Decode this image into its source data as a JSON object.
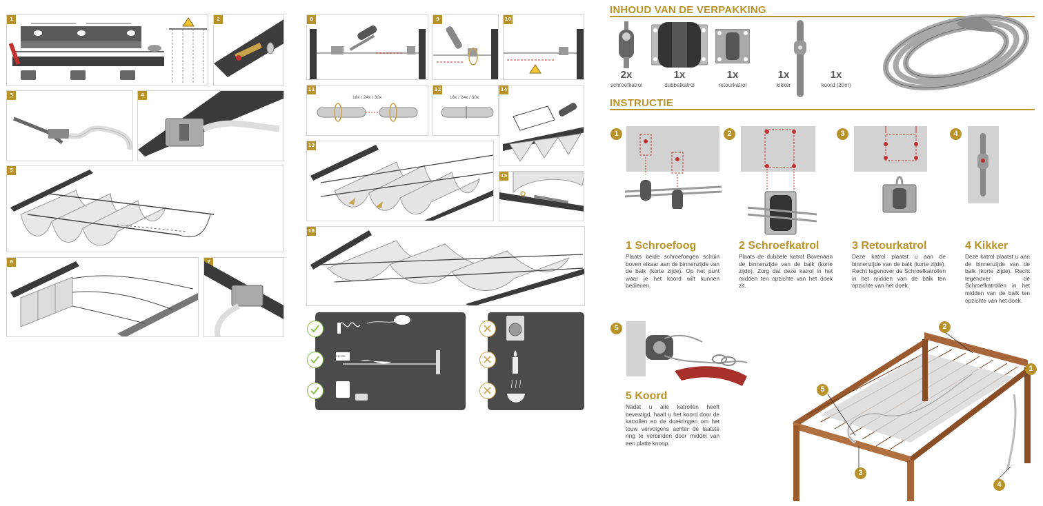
{
  "steps_left": [
    "1",
    "2",
    "3",
    "4",
    "5",
    "6",
    "7"
  ],
  "steps_mid": [
    "8",
    "9",
    "10",
    "11",
    "12",
    "13",
    "14",
    "15",
    "16"
  ],
  "measure_11": "18x / 24x / 30x",
  "measure_12": "18x / 24x / 30x",
  "tag_washing": "PERSIL",
  "cloud_label": "0",
  "contents": {
    "heading": "INHOUD VAN DE VERPAKKING",
    "items": [
      {
        "qty": "2x",
        "label": "schroefkatrol"
      },
      {
        "qty": "1x",
        "label": "dubbelkatrol"
      },
      {
        "qty": "1x",
        "label": "retourkatrol"
      },
      {
        "qty": "1x",
        "label": "kikker"
      },
      {
        "qty": "1x",
        "label": "koord (20m)"
      }
    ]
  },
  "instructions": {
    "heading": "INSTRUCTIE",
    "steps": [
      {
        "num": "1",
        "title": "1 Schroefoog",
        "text": "Plaats beide schroefoegen schuin boven elkaar aan de binnenzijde van de balk (korte zijde). Op het punt waar je het koord wilt kunnen bedienen."
      },
      {
        "num": "2",
        "title": "2 Schroefkatrol",
        "text": "Plaats de dubbele katrol Bovenaan de binnenzijde van de balk (korte zijde). Zorg dat deze katrol in het midden ten opzichte van het doek zit."
      },
      {
        "num": "3",
        "title": "3 Retourkatrol",
        "text": "Deze katrol plaatst u aan de binnenzijde van de balk (korte zijde). Recht tegenover de Schroefkatrollen in het midden van de balk ten opzichte van het doek."
      },
      {
        "num": "4",
        "title": "4 Kikker",
        "text": "Deze katrol plaatst u aan de binnenzijde van de balk (korte zijde). Recht tegenover de Schroefkatrollen in het midden van de balk ten opzichte van het doek."
      },
      {
        "num": "5",
        "title": "5 Koord",
        "text": "Nadat u alle katrollen heeft bevestigd, haalt u het koord door de katrollen en de doekringen om het touw vervolgens achter de laatste ring te verbinden door middel van een platte knoop."
      }
    ]
  },
  "pergola_markers": [
    "1",
    "2",
    "3",
    "4",
    "5"
  ],
  "colors": {
    "accent": "#b9922a",
    "wood": "#9a5a2e",
    "dark_panel": "#4b4b4b",
    "ok": "#8fbf4a"
  }
}
